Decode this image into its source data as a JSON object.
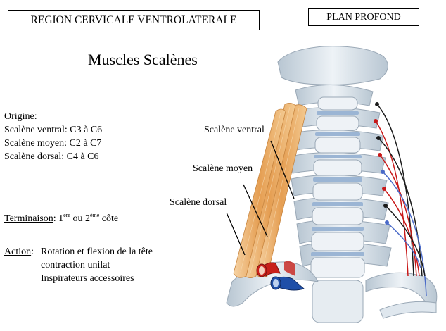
{
  "header": {
    "region_title": "REGION CERVICALE VENTROLATERALE",
    "plan_label": "PLAN PROFOND"
  },
  "title": "Muscles Scalènes",
  "origin": {
    "heading": "Origine",
    "lines": [
      "Scalène ventral: C3 à C6",
      "Scalène moyen: C2 à C7",
      "Scalène dorsal: C4 à C6"
    ]
  },
  "terminaison": {
    "heading": "Terminaison",
    "value_prefix": "1",
    "sup1": "ère",
    "middle": " ou 2",
    "sup2": "ème",
    "suffix": " côte"
  },
  "action": {
    "heading": "Action",
    "lines": [
      "Rotation et flexion de la tête",
      "contraction unilat",
      "Inspirateurs accessoires"
    ]
  },
  "callouts": {
    "ventral": "Scalène ventral",
    "moyen": "Scalène moyen",
    "dorsal": "Scalène dorsal"
  },
  "colors": {
    "muscle": "#e8a860",
    "bone": "#d8e2ea",
    "disc": "#9bb5d4",
    "artery": "#c8201a",
    "vein": "#1f4fa8",
    "nerve_red": "#c81818",
    "nerve_blue": "#4a6ac8"
  }
}
